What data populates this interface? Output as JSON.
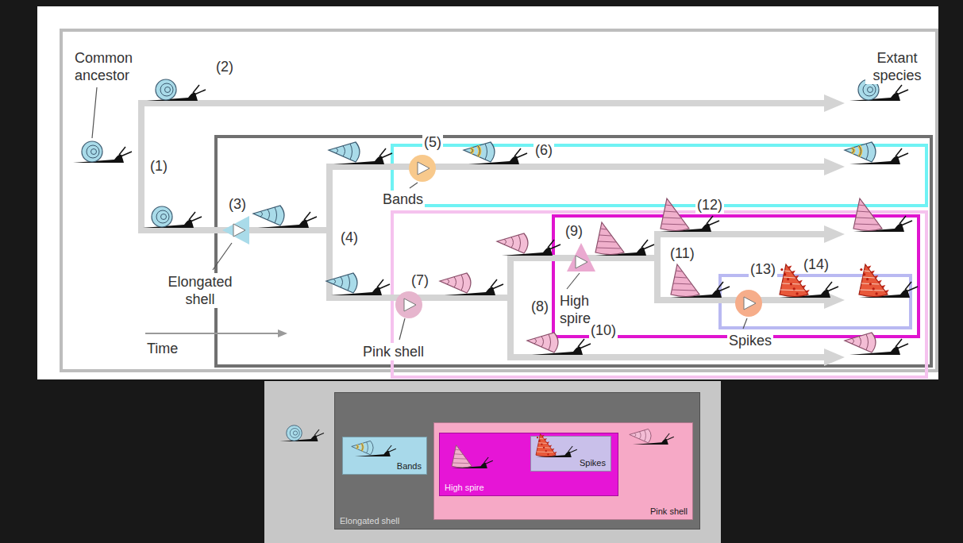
{
  "diagram": {
    "nodes": [
      {
        "text": [
          "Elongated shell"
        ]
      },
      {
        "text": [
          "Bands"
        ],
        "in": 0
      },
      {
        "text": [
          "Pink shell"
        ],
        "in": 0
      },
      {
        "text": [
          "High spire"
        ],
        "in": 2
      },
      {
        "text": [
          "Spikes"
        ],
        "in": 3
      }
    ],
    "labels": [
      "Common ancestor",
      "Extant species",
      "(1)",
      "(2)",
      "(3)",
      "Elongated shell",
      "(4)",
      "(5)",
      "(6)",
      "Bands",
      "(7)",
      "Pink shell",
      "(8)",
      "(9)",
      "High spire",
      "(10)",
      "(11)",
      "(12)",
      "(13)",
      "(14)",
      "Spikes",
      "Time"
    ]
  }
}
